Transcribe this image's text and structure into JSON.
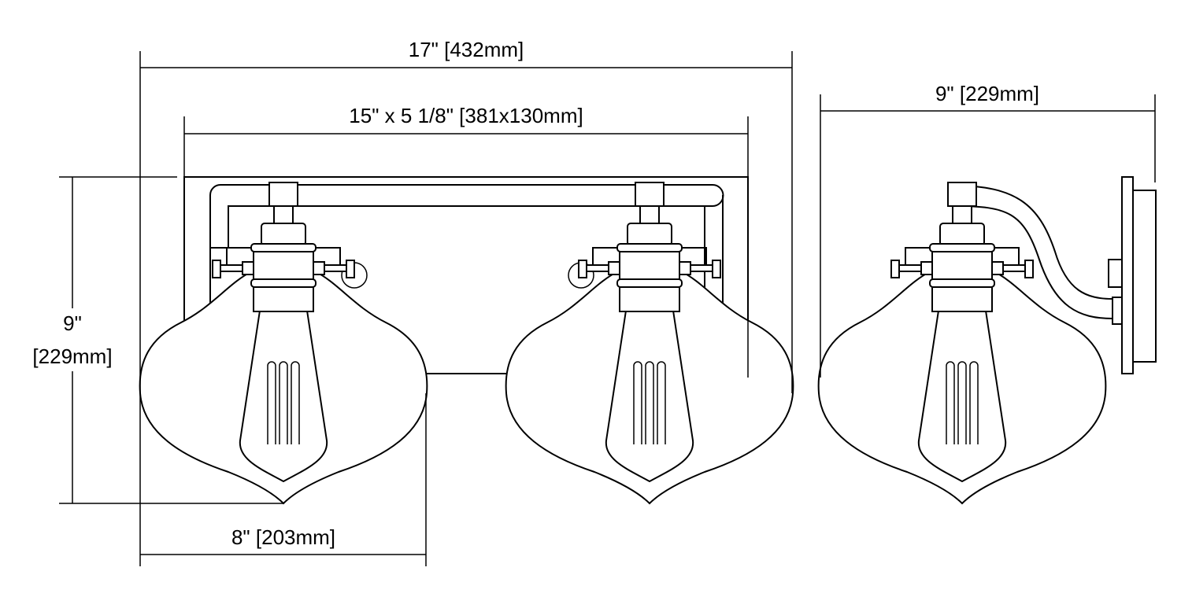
{
  "dimensions": {
    "overall_width": "17\" [432mm]",
    "backplate": "15\" x 5 1/8\" [381x130mm]",
    "depth": "9\" [229mm]",
    "height_in": "9\"",
    "height_mm": "[229mm]",
    "shade_width": "8\" [203mm]"
  },
  "colors": {
    "line": "#000000",
    "background": "#ffffff"
  }
}
